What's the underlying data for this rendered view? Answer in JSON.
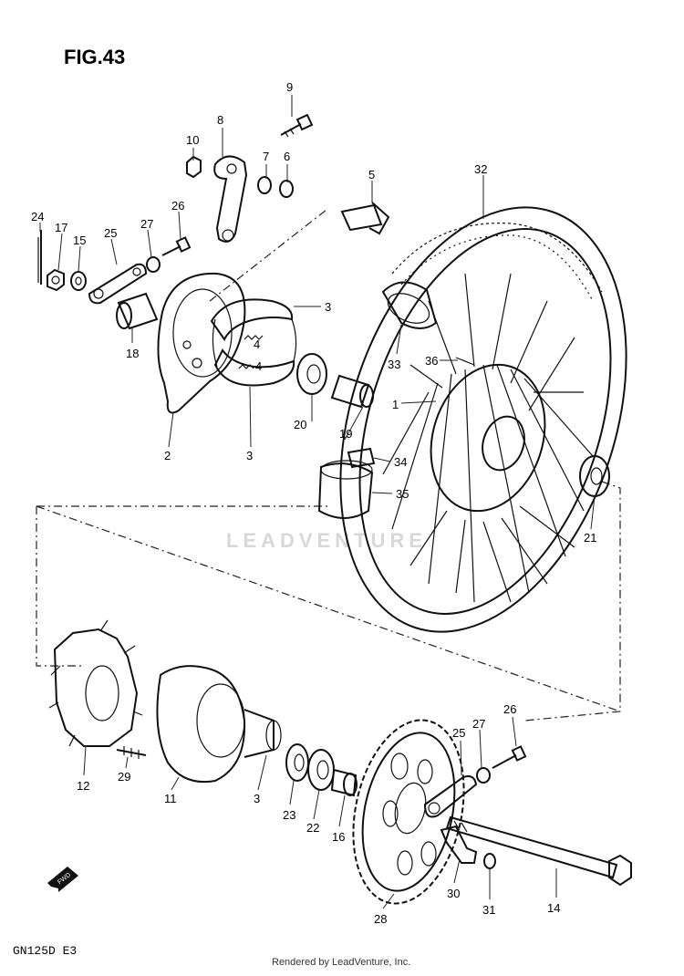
{
  "figure": {
    "title": "FIG.43",
    "model_code": "GN125D  E3"
  },
  "watermark": "LEADVENTURE",
  "footer": "Rendered by LeadVenture, Inc.",
  "fwd_label": "FWD",
  "callouts": {
    "c1": "1",
    "c2": "2",
    "c3a": "3",
    "c3b": "3",
    "c3c": "3",
    "c4a": "4",
    "c4b": "4",
    "c5": "5",
    "c6": "6",
    "c7": "7",
    "c8": "8",
    "c9": "9",
    "c10": "10",
    "c11": "11",
    "c12": "12",
    "c14": "14",
    "c15": "15",
    "c16": "16",
    "c17": "17",
    "c18": "18",
    "c19": "19",
    "c20": "20",
    "c21": "21",
    "c22": "22",
    "c23": "23",
    "c24": "24",
    "c25a": "25",
    "c25b": "25",
    "c26a": "26",
    "c26b": "26",
    "c27a": "27",
    "c27b": "27",
    "c28": "28",
    "c29": "29",
    "c30": "30",
    "c31": "31",
    "c32": "32",
    "c33": "33",
    "c34": "34",
    "c35": "35",
    "c36": "36"
  }
}
